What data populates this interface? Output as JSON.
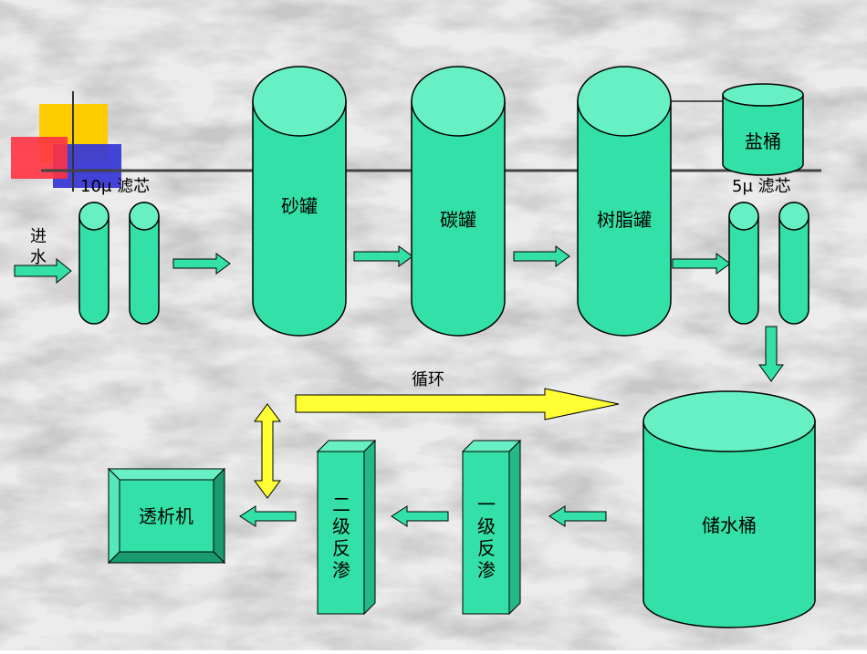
{
  "colors": {
    "equipment_fill": "#33e0a8",
    "equipment_top": "#66f0c4",
    "equipment_stroke": "#000000",
    "arrow_fill": "#33e0a8",
    "recycle_arrow_fill": "#ffff33",
    "background_marble": "#dcdcdc",
    "logo_yellow": "#ffcc00",
    "logo_red": "#ff3344",
    "logo_blue": "#3333cc"
  },
  "labels": {
    "inlet": [
      "进",
      "水"
    ],
    "filter_10": "10μ 滤芯",
    "sand_tank": "砂罐",
    "carbon_tank": "碳罐",
    "resin_tank": "树脂罐",
    "salt_bucket": "盐桶",
    "filter_5": "5μ 滤芯",
    "storage_bucket": "储水桶",
    "recycle": "循环",
    "ro_stage1": [
      "一",
      "级",
      "反",
      "渗"
    ],
    "ro_stage2": [
      "二",
      "级",
      "反",
      "渗"
    ],
    "dialysis_machine": "透析机"
  }
}
